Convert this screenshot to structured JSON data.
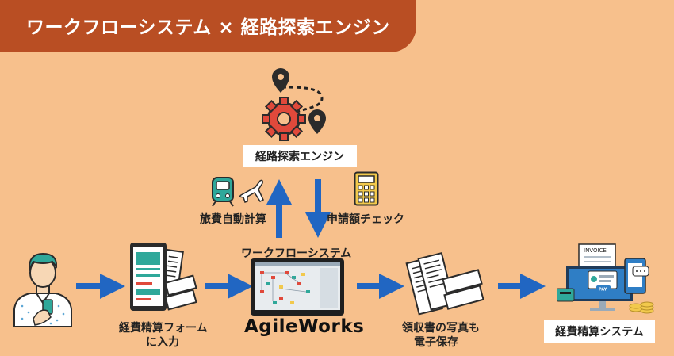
{
  "header": {
    "title": "ワークフローシステム × 経路探索エンジン"
  },
  "nodes": {
    "route_engine": "経路探索エンジン",
    "travel_calc": "旅費自動計算",
    "amount_check": "申請額チェック",
    "workflow_system": "ワークフローシステム",
    "brand": "AgileWorks",
    "form_input_line1": "経費精算フォーム",
    "form_input_line2": "に入力",
    "receipt_line1": "領収書の写真も",
    "receipt_line2": "電子保存",
    "expense_system": "経費精算システム",
    "invoice_text": "INVOICE",
    "pay_text": "PAY"
  },
  "colors": {
    "background": "#F7C08C",
    "banner": "#B94E23",
    "arrow": "#2166C2",
    "accent_teal": "#2FA89A",
    "accent_red": "#E0493B"
  }
}
